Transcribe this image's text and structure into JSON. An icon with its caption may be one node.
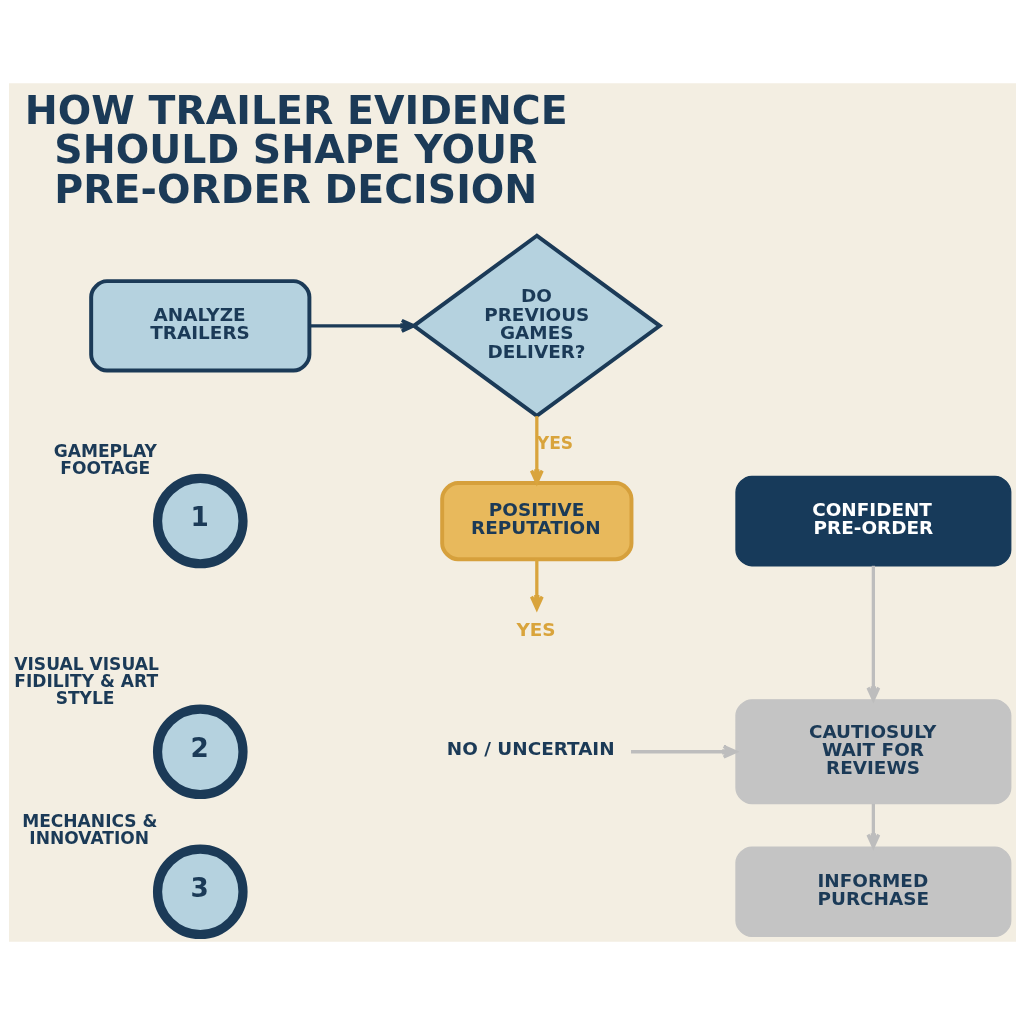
{
  "diagram": {
    "title": "HOW TRAILER EVIDENCE SHOULD SHAPE YOUR PRE-ORDER DECISION",
    "nodes": [
      {
        "text": [
          "ANALYZE TRAILERS"
        ]
      },
      {
        "text": [
          "DO PREVIOUS GAMES DELIVER?"
        ]
      },
      {
        "text": [
          "1"
        ],
        "beside": [
          "GAMEPLAY FOOTAGE"
        ]
      },
      {
        "text": [
          "POSITIVE REPUTATION"
        ]
      },
      {
        "text": [
          "CONFIDENT PRE-ORDER"
        ]
      },
      {
        "text": [
          "2"
        ],
        "beside": [
          "VISUAL VISUAL FIDILITY & ART STYLE"
        ]
      },
      {
        "text": [
          "YES"
        ]
      },
      {
        "text": [
          "NO / UNCERTAIN"
        ]
      },
      {
        "text": [
          "CAUTIOSULY WAIT FOR REVIEWS"
        ]
      },
      {
        "text": [
          "3"
        ],
        "beside": [
          "MECHANICS & INNOVATION"
        ]
      },
      {
        "text": [
          "INFORMED PURCHASE"
        ]
      }
    ],
    "edges": [
      {
        "from": 0,
        "to": 1,
        "arrow": "to",
        "color": "#1b3a57"
      },
      {
        "from": 1,
        "to": 3,
        "arrow": "to",
        "label": "YES",
        "color": "#d9a43c"
      },
      {
        "from": 3,
        "to": 6,
        "arrow": "to",
        "color": "#d9a43c"
      },
      {
        "from": 4,
        "to": 8,
        "arrow": "to"
      },
      {
        "from": 7,
        "to": 8,
        "arrow": "to"
      },
      {
        "from": 8,
        "to": 10,
        "arrow": "to"
      }
    ]
  }
}
